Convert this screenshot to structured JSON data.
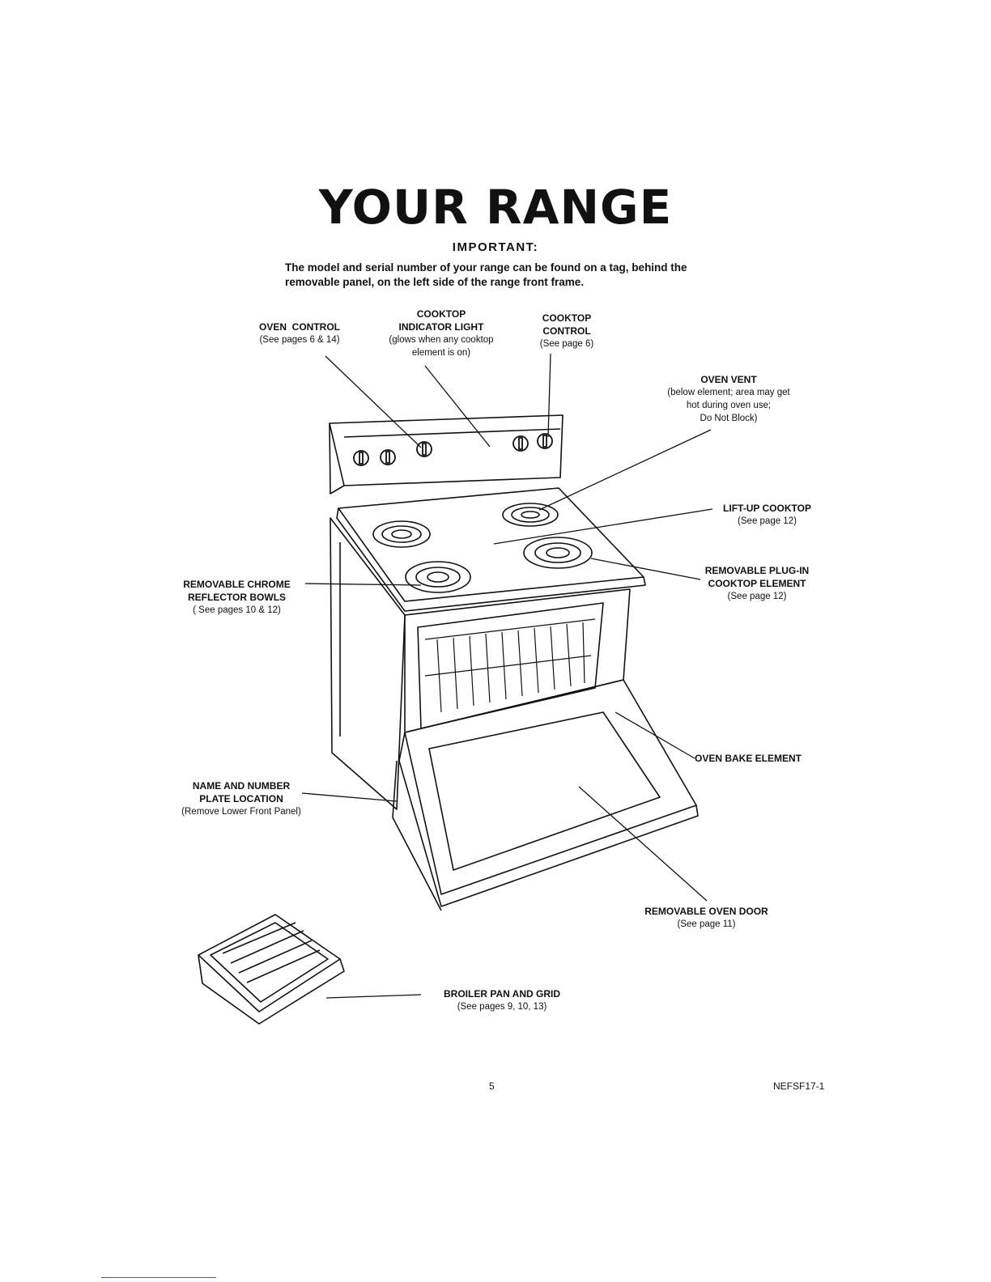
{
  "title": "YOUR RANGE",
  "important_heading": "IMPORTANT:",
  "important_text": "The model and serial number of your range can be found on a tag, behind the removable panel, on the left side of the range front frame.",
  "labels": {
    "oven_control": {
      "name": "OVEN  CONTROL",
      "ref": "(See pages 6 & 14)"
    },
    "cooktop_indicator": {
      "name": "COOKTOP\nINDICATOR LIGHT",
      "ref": "(glows when any cooktop\nelement is on)"
    },
    "cooktop_control": {
      "name": "COOKTOP\nCONTROL",
      "ref": "(See page 6)"
    },
    "oven_vent": {
      "name": "OVEN VENT",
      "ref": "(below element; area may get\nhot during oven use;\nDo Not Block)"
    },
    "liftup_cooktop": {
      "name": "LIFT-UP COOKTOP",
      "ref": "(See page 12)"
    },
    "plugin_element": {
      "name": "REMOVABLE PLUG-IN\nCOOKTOP ELEMENT",
      "ref": "(See page 12)"
    },
    "chrome_bowls": {
      "name": "REMOVABLE CHROME\nREFLECTOR BOWLS",
      "ref": "( See pages 10 & 12)"
    },
    "bake_element": {
      "name": "OVEN BAKE ELEMENT",
      "ref": ""
    },
    "name_plate": {
      "name": "NAME AND NUMBER\nPLATE LOCATION",
      "ref": "(Remove Lower Front Panel)"
    },
    "oven_door": {
      "name": "REMOVABLE OVEN DOOR",
      "ref": "(See page 11)"
    },
    "broiler_pan": {
      "name": "BROILER PAN AND GRID",
      "ref": "(See pages 9, 10, 13)"
    }
  },
  "footer": {
    "page_number": "5",
    "doc_id": "NEFSF17-1"
  }
}
